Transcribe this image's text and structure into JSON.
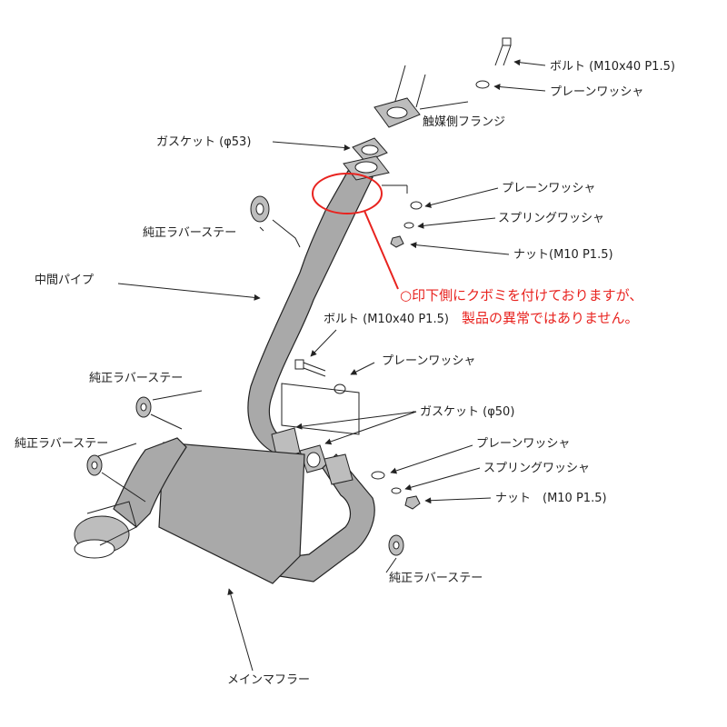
{
  "labels": {
    "bolt_top": "ボルト (M10x40 P1.5)",
    "washer_top": "プレーンワッシャ",
    "flange": "触媒側フランジ",
    "gasket53": "ガスケット (φ53)",
    "washer_r1": "プレーンワッシャ",
    "spring_r1": "スプリングワッシャ",
    "nut_r1": "ナット(M10 P1.5)",
    "stay1": "純正ラバーステー",
    "mid_pipe": "中間パイプ",
    "bolt_mid": "ボルト (M10x40 P1.5)",
    "washer_mid": "プレーンワッシャ",
    "stay2": "純正ラバーステー",
    "gasket50": "ガスケット (φ50)",
    "stay3": "純正ラバーステー",
    "washer_r2": "プレーンワッシャ",
    "spring_r2": "スプリングワッシャ",
    "nut_r2": "ナット　(M10 P1.5)",
    "stay4": "純正ラバーステー",
    "main_muffler": "メインマフラー"
  },
  "note": {
    "line1": "○印下側にクボミを付けておりますが、",
    "line2": "製品の異常ではありません。"
  },
  "colors": {
    "note": "#e8231f",
    "line": "#222222",
    "pipe": "#a9a9a9"
  }
}
